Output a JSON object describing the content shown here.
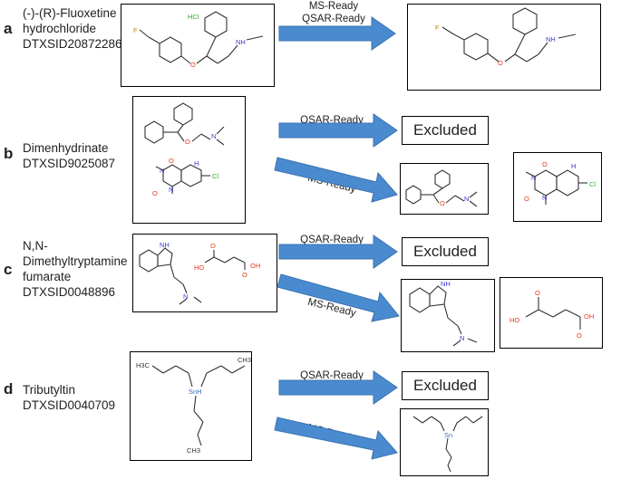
{
  "panels": [
    {
      "letter": "a",
      "compound": "(-)-(R)-Fluoxetine\nhydrochloride\nDTXSID20872286",
      "arrows": [
        {
          "label": "MS-Ready\nQSAR-Ready"
        }
      ]
    },
    {
      "letter": "b",
      "compound": "Dimenhydrinate\nDTXSID9025087",
      "arrows": [
        {
          "label": "QSAR-Ready",
          "result": "Excluded"
        },
        {
          "label": "MS-Ready"
        }
      ]
    },
    {
      "letter": "c",
      "compound": "N,N-\nDimethyltryptamine\nfumarate\nDTXSID0048896",
      "arrows": [
        {
          "label": "QSAR-Ready",
          "result": "Excluded"
        },
        {
          "label": "MS-Ready"
        }
      ]
    },
    {
      "letter": "d",
      "compound": "Tributyltin\nDTXSID0040709",
      "arrows": [
        {
          "label": "QSAR-Ready",
          "result": "Excluded"
        },
        {
          "label": "MS-Ready"
        }
      ]
    }
  ],
  "atoms": {
    "hcl": "HCl",
    "f": "F",
    "o": "O",
    "n": "N",
    "nh": "NH",
    "h": "H",
    "cl": "Cl",
    "ho": "HO",
    "oh": "OH",
    "snh": "SnH",
    "sn": "Sn",
    "h3c": "H3C",
    "ch3": "CH3"
  },
  "colors": {
    "arrow": "#4a8bd0",
    "nitrogen": "#3a3acd",
    "oxygen": "#e63b1e",
    "fluorine": "#b8860b",
    "chlorine": "#2bab2b",
    "tin": "#3a6bb8"
  }
}
